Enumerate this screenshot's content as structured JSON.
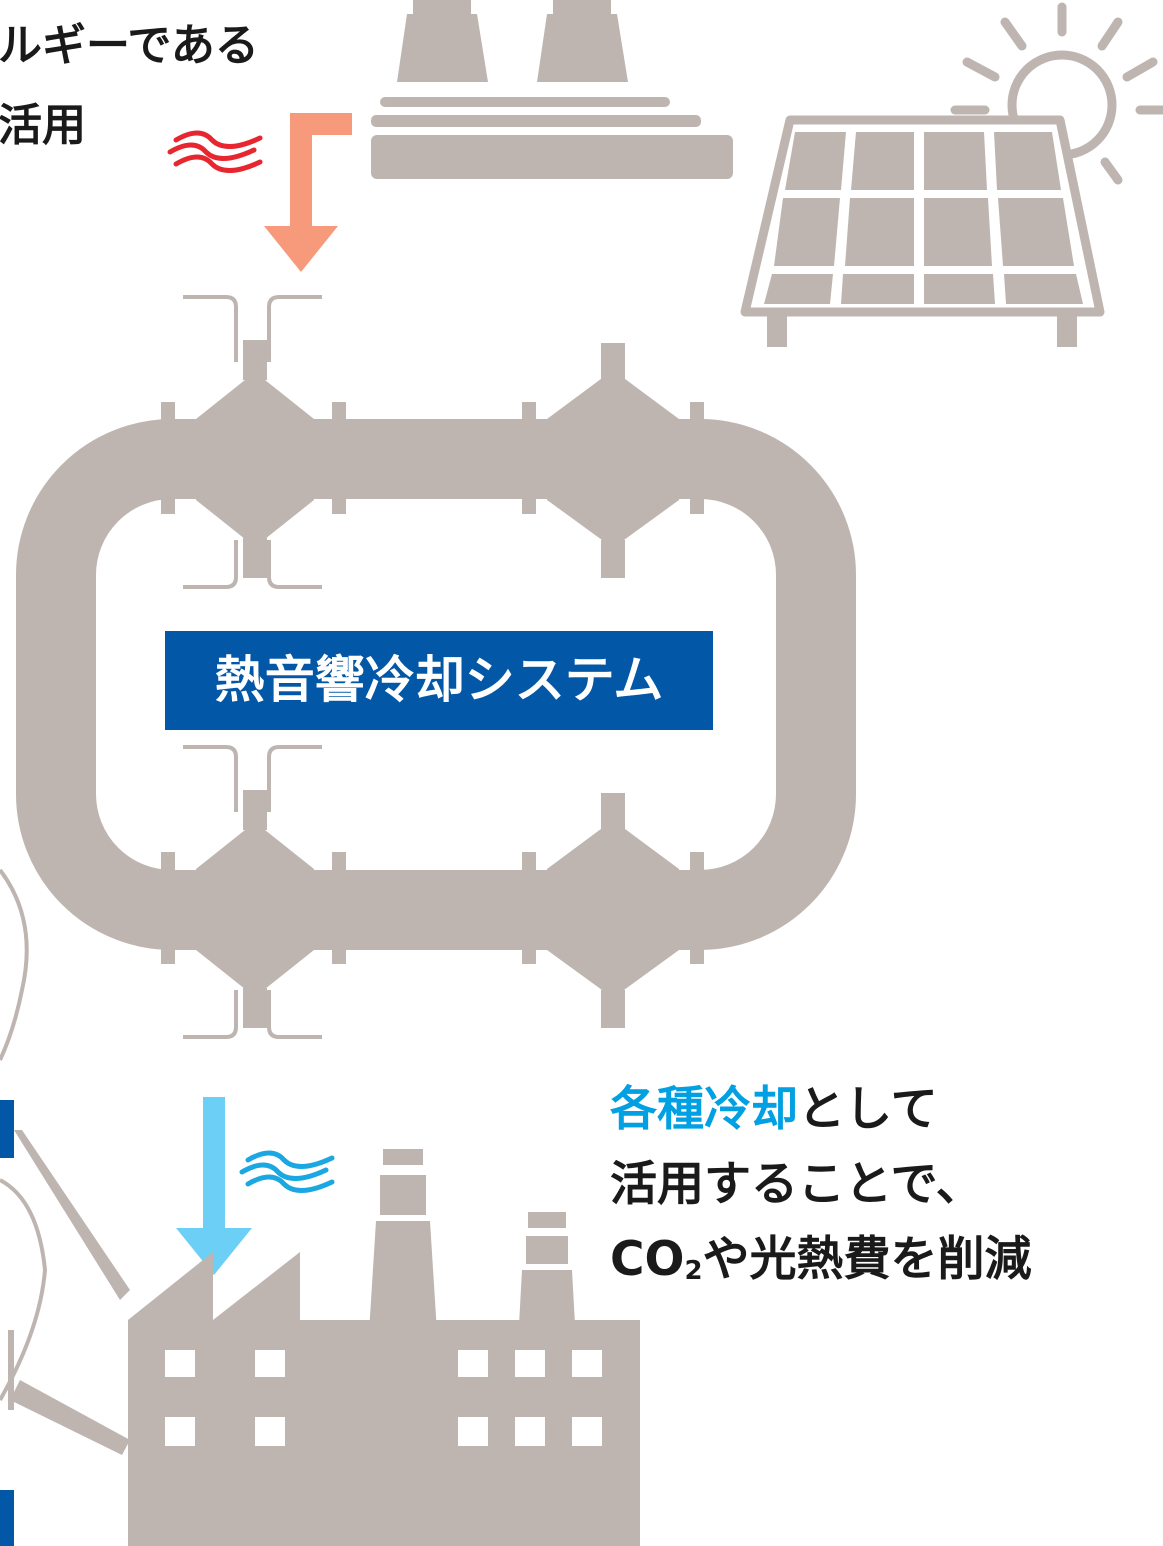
{
  "top_caption": {
    "line1": "ルギーである",
    "line2": "活用"
  },
  "system_label": "熱音響冷却システム",
  "bottom_caption": {
    "line1_highlight": "各種冷却",
    "line1_rest": "として",
    "line2": "活用することで、",
    "line3_a": "CO",
    "line3_sub": "2",
    "line3_b": "や光熱費を削減"
  },
  "colors": {
    "shape_gray": "#beb5b1",
    "label_blue": "#0257a7",
    "accent_blue": "#00a0e2",
    "heat_arrow": "#f79a7c",
    "heat_waves": "#e8262f",
    "cold_arrow": "#6ccff6",
    "cold_waves": "#1ba7e1"
  },
  "icons": [
    "factory-icon",
    "power-plant-icon",
    "solar-panel-icon",
    "sun-icon",
    "heat-waves-icon",
    "cold-waves-icon"
  ]
}
